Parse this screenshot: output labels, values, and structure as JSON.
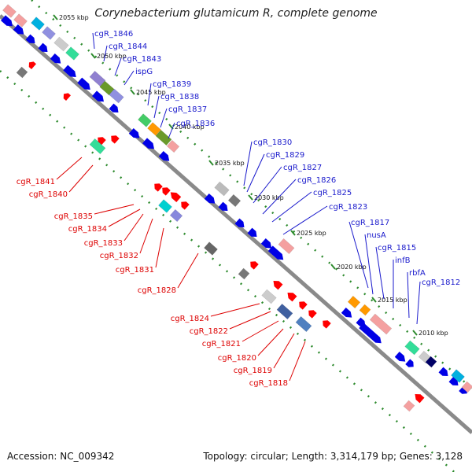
{
  "title": "Corynebacterium glutamicum R, complete genome",
  "footer": {
    "accession": "Accession: NC_009342",
    "topology": "Topology: circular; Length: 3,314,179 bp; Genes: 3,128"
  },
  "colors": {
    "backbone": "#8a8a8a",
    "tick": "#2e8b2e",
    "forward_gene": "#0000e6",
    "reverse_gene": "#ff0000",
    "forward_label": "#1a1acc",
    "reverse_label": "#dd0000"
  },
  "ticks": [
    "2055 kbp",
    "2050 kbp",
    "2045 kbp",
    "2040 kbp",
    "2035 kbp",
    "2030 kbp",
    "2025 kbp",
    "2020 kbp",
    "2015 kbp",
    "2010 kbp"
  ],
  "forward_labels": [
    "cgR_1846",
    "cgR_1844",
    "cgR_1843",
    "ispG",
    "cgR_1839",
    "cgR_1838",
    "cgR_1837",
    "cgR_1836",
    "cgR_1830",
    "cgR_1829",
    "cgR_1827",
    "cgR_1826",
    "cgR_1825",
    "cgR_1823",
    "cgR_1817",
    "nusA",
    "cgR_1815",
    "infB",
    "rbfA",
    "cgR_1812"
  ],
  "reverse_labels": [
    "cgR_1841",
    "cgR_1840",
    "cgR_1835",
    "cgR_1834",
    "cgR_1833",
    "cgR_1832",
    "cgR_1831",
    "cgR_1828",
    "cgR_1824",
    "cgR_1822",
    "cgR_1821",
    "cgR_1820",
    "cgR_1819",
    "cgR_1818"
  ]
}
